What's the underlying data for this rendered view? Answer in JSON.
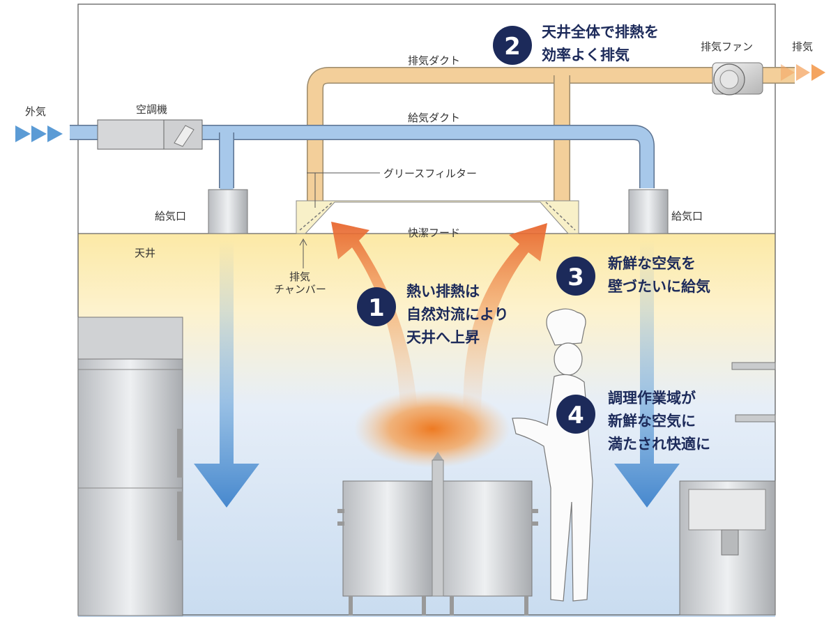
{
  "labels": {
    "outside_air": "外気",
    "air_conditioner": "空調機",
    "supply_duct": "給気ダクト",
    "exhaust_duct": "排気ダクト",
    "exhaust_fan": "排気ファン",
    "exhaust_out": "排気",
    "grease_filter": "グリースフィルター",
    "hood": "快潔フード",
    "supply_inlet_left": "給気口",
    "supply_inlet_right": "給気口",
    "ceiling": "天井",
    "chamber_line1": "排気",
    "chamber_line2": "チャンバー"
  },
  "steps": [
    {
      "number": "1",
      "lines": [
        "熱い排熱は",
        "自然対流により",
        "天井へ上昇"
      ]
    },
    {
      "number": "2",
      "lines": [
        "天井全体で排熱を",
        "効率よく排気"
      ]
    },
    {
      "number": "3",
      "lines": [
        "新鮮な空気を",
        "壁づたいに給気"
      ]
    },
    {
      "number": "4",
      "lines": [
        "調理作業域が",
        "新鮮な空気に",
        "満たされ快適に"
      ]
    }
  ],
  "colors": {
    "step_badge": "#1c2a5a",
    "supply_air": "#5b9bd5",
    "exhaust_air": "#f4a460",
    "heat": "#e8743b",
    "ceiling_zone": "#fbe9a8",
    "room_air": "#dbe8f5"
  }
}
